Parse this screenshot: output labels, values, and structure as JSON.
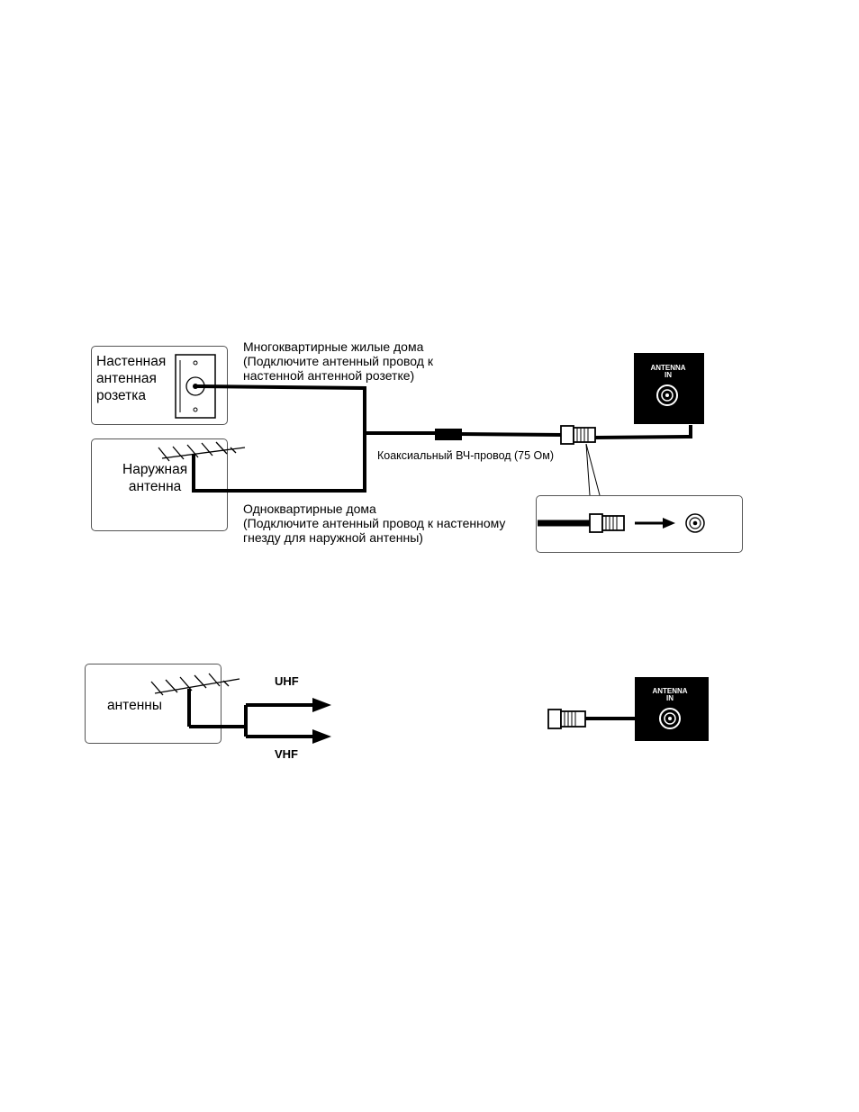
{
  "diagram1": {
    "wall_outlet_label": [
      "Настенная",
      "антенная",
      "розетка"
    ],
    "outdoor_antenna_label": [
      "Наружная",
      "антенна"
    ],
    "apartments_text": [
      "Многоквартирные жилые дома",
      "(Подключите антенный провод к",
      "настенной антенной розетке)"
    ],
    "coax_label": "Коаксиальный ВЧ-провод (75 Ом)",
    "single_homes_text": [
      "Одноквартирные дома",
      "(Подключите антенный провод к настенному",
      "гнезду для наружной антенны)"
    ],
    "tv_jack_label": [
      "ANTENNA",
      "IN"
    ]
  },
  "diagram2": {
    "antenna_label": "антенны",
    "uhf_label": "UHF",
    "vhf_label": "VHF",
    "tv_jack_label": [
      "ANTENNA",
      "IN"
    ]
  },
  "colors": {
    "line": "#000000",
    "box_border": "#555555",
    "tv_panel": "#000000"
  }
}
